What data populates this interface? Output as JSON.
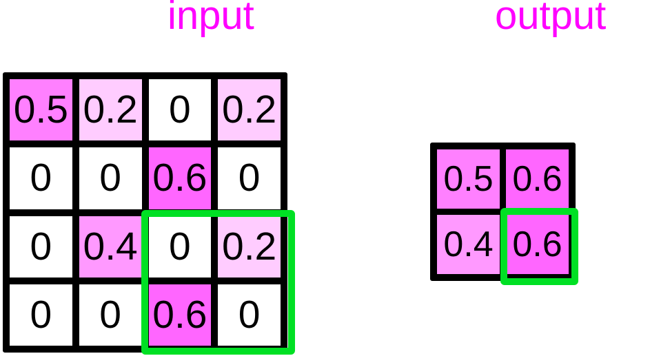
{
  "labels": {
    "input_title": "input",
    "output_title": "output"
  },
  "colors": {
    "title_color": "#ff00ff",
    "value_fill_base": "#ff00ff",
    "grid_line": "#000000",
    "highlight_border": "#00e024",
    "empty_fill": "#ffffff",
    "text": "#000000"
  },
  "chart_data": {
    "type": "heatmap",
    "title": "input",
    "grids": [
      {
        "name": "input",
        "rows": 4,
        "cols": 4,
        "values": [
          [
            0.5,
            0.2,
            0,
            0.2
          ],
          [
            0,
            0,
            0.6,
            0
          ],
          [
            0,
            0.4,
            0,
            0.2
          ],
          [
            0,
            0,
            0.6,
            0
          ]
        ],
        "labels": [
          [
            "0.5",
            "0.2",
            "0",
            "0.2"
          ],
          [
            "0",
            "0",
            "0.6",
            "0"
          ],
          [
            "0",
            "0.4",
            "0",
            "0.2"
          ],
          [
            "0",
            "0",
            "0.6",
            "0"
          ]
        ],
        "highlight": {
          "row_start": 2,
          "col_start": 2,
          "row_span": 2,
          "col_span": 2
        }
      },
      {
        "name": "output",
        "rows": 2,
        "cols": 2,
        "values": [
          [
            0.5,
            0.6
          ],
          [
            0.4,
            0.6
          ]
        ],
        "labels": [
          [
            "0.5",
            "0.6"
          ],
          [
            "0.4",
            "0.6"
          ]
        ],
        "highlight": {
          "row_start": 1,
          "col_start": 1,
          "row_span": 1,
          "col_span": 1
        }
      }
    ],
    "colormap": "white-to-magenta",
    "vmin": 0,
    "vmax": 1,
    "grid": true,
    "legend": "none",
    "xlabel": "",
    "ylabel": ""
  }
}
